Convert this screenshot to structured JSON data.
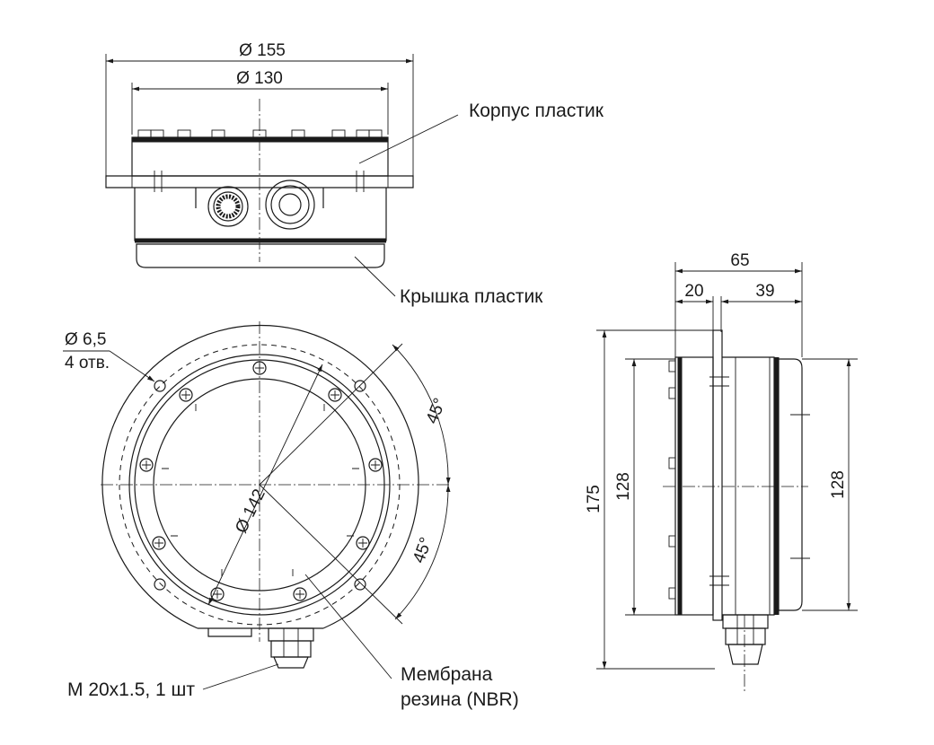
{
  "top_view": {
    "dim_outer": "Ø 155",
    "dim_inner": "Ø 130",
    "label_body": "Корпус пластик",
    "label_cover": "Крышка пластик"
  },
  "front_view": {
    "hole_dia": "Ø 6,5",
    "hole_count": "4 отв.",
    "dim_diameter": "Ø 142",
    "angle_upper": "45°",
    "angle_lower": "45°",
    "gland_label": "M 20x1.5, 1 шт",
    "membrane_label_1": "Мембрана",
    "membrane_label_2": "резина (NBR)"
  },
  "side_view": {
    "dim_total_width": "65",
    "dim_left": "20",
    "dim_right": "39",
    "dim_height": "175",
    "dim_left_height": "128",
    "dim_right_height": "128"
  }
}
